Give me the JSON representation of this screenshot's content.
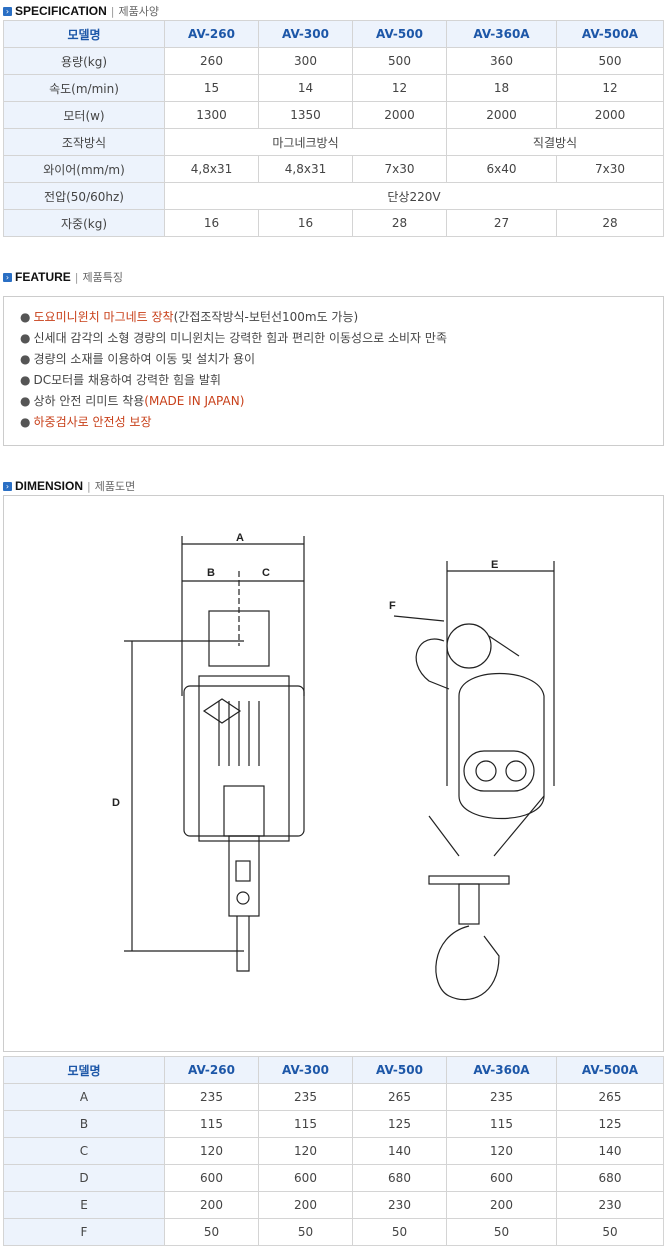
{
  "spec": {
    "title_en": "SPECIFICATION",
    "title_ko": "제품사양",
    "header": [
      "모델명",
      "AV-260",
      "AV-300",
      "AV-500",
      "AV-360A",
      "AV-500A"
    ],
    "rows": [
      {
        "label": "용량(kg)",
        "values": [
          "260",
          "300",
          "500",
          "360",
          "500"
        ]
      },
      {
        "label": "속도(m/min)",
        "values": [
          "15",
          "14",
          "12",
          "18",
          "12"
        ]
      },
      {
        "label": "모터(w)",
        "values": [
          "1300",
          "1350",
          "2000",
          "2000",
          "2000"
        ]
      },
      {
        "label": "조작방식",
        "merged": [
          "마그네크방식",
          "직결방식"
        ]
      },
      {
        "label": "와이어(mm/m)",
        "values": [
          "4,8x31",
          "4,8x31",
          "7x30",
          "6x40",
          "7x30"
        ]
      },
      {
        "label": "전압(50/60hz)",
        "merged": [
          "단상220V"
        ]
      },
      {
        "label": "자중(kg)",
        "values": [
          "16",
          "16",
          "28",
          "27",
          "28"
        ]
      }
    ]
  },
  "feature": {
    "title_en": "FEATURE",
    "title_ko": "제품특징",
    "bullet": "●",
    "items": [
      {
        "red": "도요미니윈치 마그네트 장착",
        "text": "(간접조작방식-보턴선100m도 가능)"
      },
      {
        "text": "신세대 감각의 소형 경량의 미니윈치는 강력한 힘과 편리한 이동성으로 소비자 만족"
      },
      {
        "text": "경량의 소재를 이용하여 이동 및 설치가 용이"
      },
      {
        "text": "DC모터를 채용하여 강력한 힘을 발휘"
      },
      {
        "text": "상하 안전 리미트 착용",
        "red2": "(MADE IN JAPAN)"
      },
      {
        "red": "하중검사로 안전성 보장"
      }
    ]
  },
  "dimension": {
    "title_en": "DIMENSION",
    "title_ko": "제품도면",
    "labels": {
      "A": "A",
      "B": "B",
      "C": "C",
      "D": "D",
      "E": "E",
      "F": "F"
    },
    "header": [
      "모델명",
      "AV-260",
      "AV-300",
      "AV-500",
      "AV-360A",
      "AV-500A"
    ],
    "rows": [
      {
        "label": "A",
        "values": [
          "235",
          "235",
          "265",
          "235",
          "265"
        ]
      },
      {
        "label": "B",
        "values": [
          "115",
          "115",
          "125",
          "115",
          "125"
        ]
      },
      {
        "label": "C",
        "values": [
          "120",
          "120",
          "140",
          "120",
          "140"
        ]
      },
      {
        "label": "D",
        "values": [
          "600",
          "600",
          "680",
          "600",
          "680"
        ]
      },
      {
        "label": "E",
        "values": [
          "200",
          "200",
          "230",
          "200",
          "230"
        ]
      },
      {
        "label": "F",
        "values": [
          "50",
          "50",
          "50",
          "50",
          "50"
        ]
      }
    ]
  }
}
